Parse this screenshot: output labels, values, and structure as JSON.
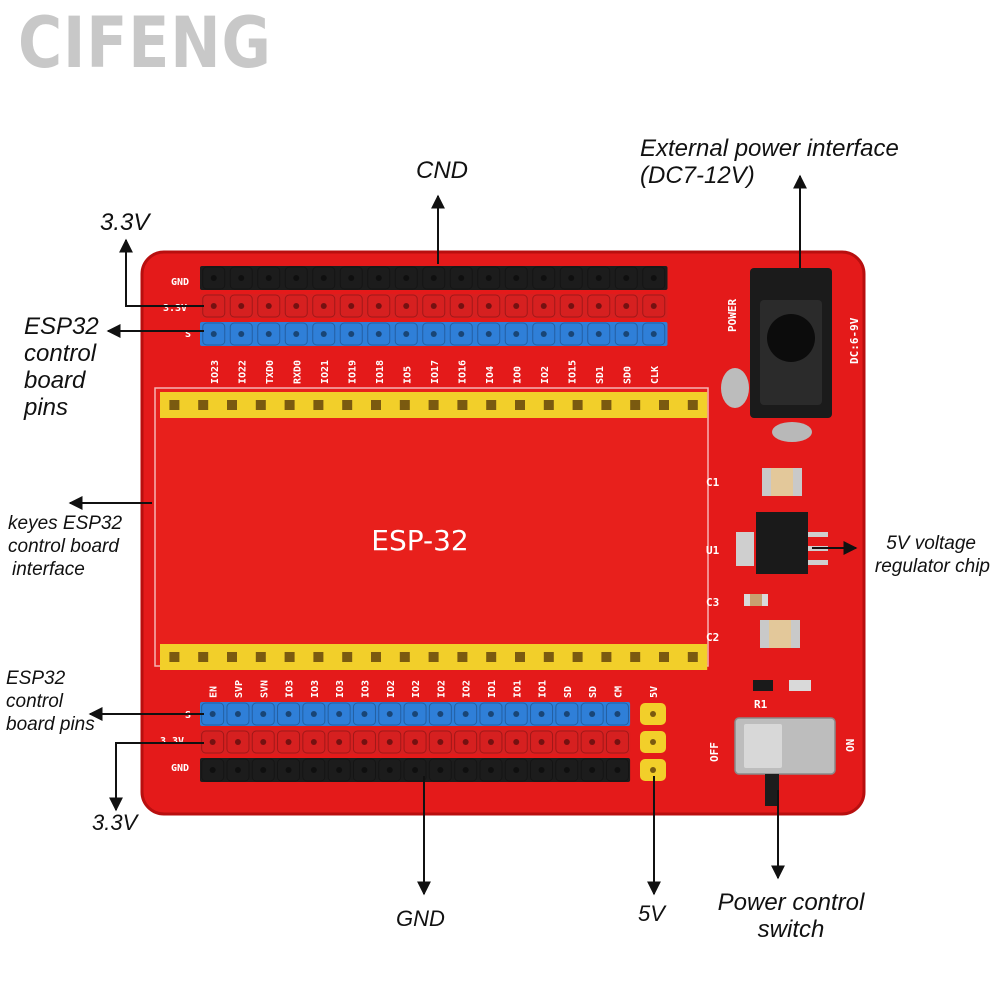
{
  "brand": "CIFENG",
  "board": {
    "chip_label": "ESP-32",
    "top_row_labels": [
      "GND",
      "3.3V",
      "S"
    ],
    "bottom_row_labels": [
      "S",
      "3.3V",
      "GND"
    ],
    "top_pins": [
      "IO23",
      "IO22",
      "TXD0",
      "RXD0",
      "IO21",
      "IO19",
      "IO18",
      "IO5",
      "IO17",
      "IO16",
      "IO4",
      "IO0",
      "IO2",
      "IO15",
      "SD1",
      "SD0",
      "CLK"
    ],
    "bottom_pins": [
      "EN",
      "SVP",
      "SVN",
      "IO3",
      "IO3",
      "IO3",
      "IO3",
      "IO2",
      "IO2",
      "IO2",
      "IO2",
      "IO1",
      "IO1",
      "IO1",
      "SD",
      "SD",
      "CM",
      "5V"
    ],
    "power_label": "POWER",
    "dc_label": "DC:6-9V",
    "components": [
      "C1",
      "U1",
      "C3",
      "C2",
      "R1"
    ],
    "switch_off": "OFF",
    "switch_on": "ON"
  },
  "callouts": {
    "cnd": "CND",
    "v33_top": "3.3V",
    "esp32_pins_top": [
      "ESP32",
      "control",
      "board",
      "pins"
    ],
    "keyes_interface": [
      "keyes ESP32",
      "control board",
      "interface"
    ],
    "esp32_pins_bottom": [
      "ESP32",
      "control",
      "board pins"
    ],
    "v33_bottom": "3.3V",
    "gnd_bottom": "GND",
    "v5_bottom": "5V",
    "power_switch": [
      "Power control",
      "switch"
    ],
    "external_power": [
      "External power interface",
      "(DC7-12V)"
    ],
    "regulator": [
      "5V voltage",
      "regulator chip"
    ]
  },
  "colors": {
    "pcb": "#e41a1a",
    "header_black": "#1c1c1c",
    "header_red": "#d62020",
    "header_blue": "#2f7fd8",
    "header_yellow": "#f2cf2a",
    "brand_gray": "#c8c8c8"
  }
}
